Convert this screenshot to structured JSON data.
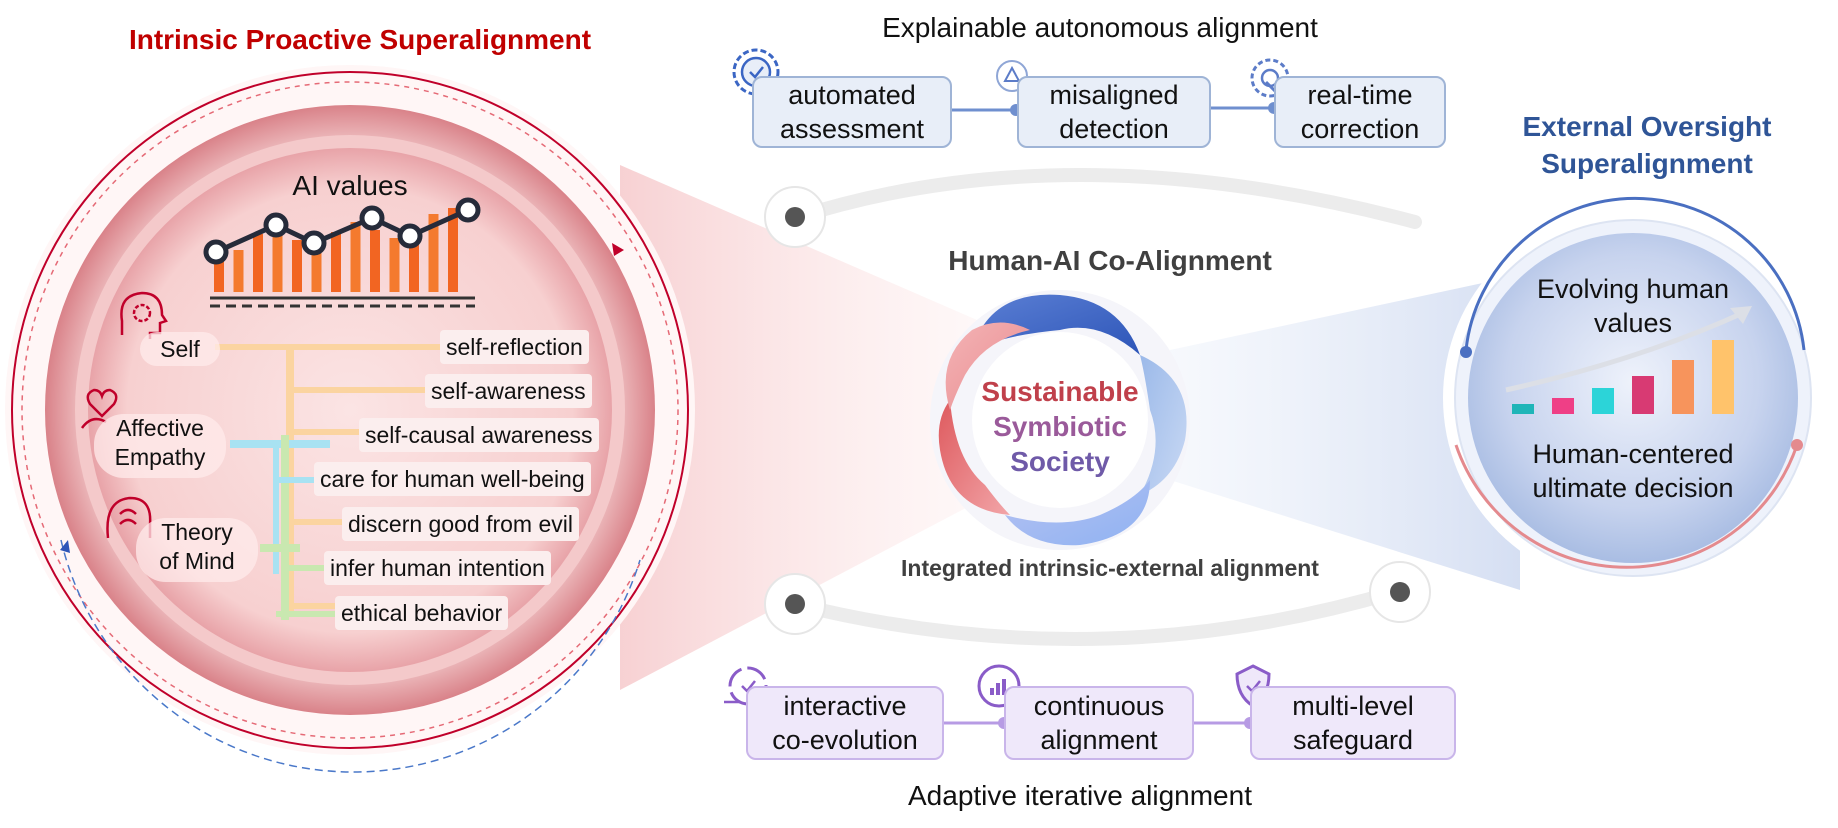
{
  "left": {
    "heading": "Intrinsic Proactive Superalignment",
    "ai_values_label": "AI values",
    "categories": {
      "self": "Self",
      "affective_line1": "Affective",
      "affective_line2": "Empathy",
      "tom_line1": "Theory",
      "tom_line2": "of Mind"
    },
    "abilities": [
      "self-reflection",
      "self-awareness",
      "self-causal awareness",
      "care for human well-being",
      "discern good from evil",
      "infer human intention",
      "ethical behavior"
    ],
    "branch_colors": {
      "self": "#fbd4a0",
      "affective": "#a8e2f2",
      "theory_of_mind": "#c9e8b0"
    }
  },
  "center": {
    "title": "Human-AI Co-Alignment",
    "core_line1": "Sustainable",
    "core_line2": "Symbiotic",
    "core_line3": "Society",
    "subtitle": "Integrated intrinsic-external alignment"
  },
  "top": {
    "title": "Explainable autonomous alignment",
    "boxes": [
      {
        "line1": "automated",
        "line2": "assessment",
        "icon": "gear-check-icon"
      },
      {
        "line1": "misaligned",
        "line2": "detection",
        "icon": "warning-magnifier-icon"
      },
      {
        "line1": "real-time",
        "line2": "correction",
        "icon": "wrench-gear-icon"
      }
    ]
  },
  "bottom": {
    "title": "Adaptive iterative alignment",
    "boxes": [
      {
        "line1": "interactive",
        "line2": "co-evolution",
        "icon": "cycle-check-icon"
      },
      {
        "line1": "continuous",
        "line2": "alignment",
        "icon": "bar-chart-icon"
      },
      {
        "line1": "multi-level",
        "line2": "safeguard",
        "icon": "shield-check-icon"
      }
    ]
  },
  "right": {
    "heading_line1": "External Oversight",
    "heading_line2": "Superalignment",
    "top_line1": "Evolving human",
    "top_line2": "values",
    "bottom_line1": "Human-centered",
    "bottom_line2": "ultimate decision"
  },
  "colors": {
    "intrinsic_red": "#c00000",
    "external_blue": "#2f5597",
    "top_box_fill": "#e8eef8",
    "bottom_box_fill": "#efe8fa",
    "ai_bars": "#f26522"
  }
}
